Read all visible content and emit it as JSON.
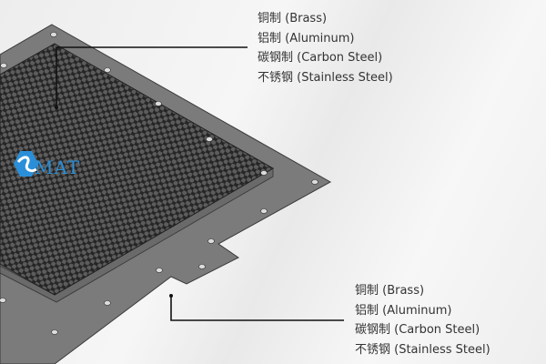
{
  "callouts": {
    "top": [
      "铜制 (Brass)",
      "铝制 (Aluminum)",
      "碳钢制 (Carbon Steel)",
      "不锈钢 (Stainless Steel)"
    ],
    "bottom": [
      "铜制 (Brass)",
      "铝制 (Aluminum)",
      "碳钢制 (Carbon Steel)",
      "不锈钢 (Stainless Steel)"
    ]
  },
  "logo": {
    "text": "MAT",
    "color": "#2a8fd8"
  },
  "colors": {
    "flange": "#7a7a7a",
    "honeycomb": "#2b2b2b",
    "leader": "#111111"
  }
}
